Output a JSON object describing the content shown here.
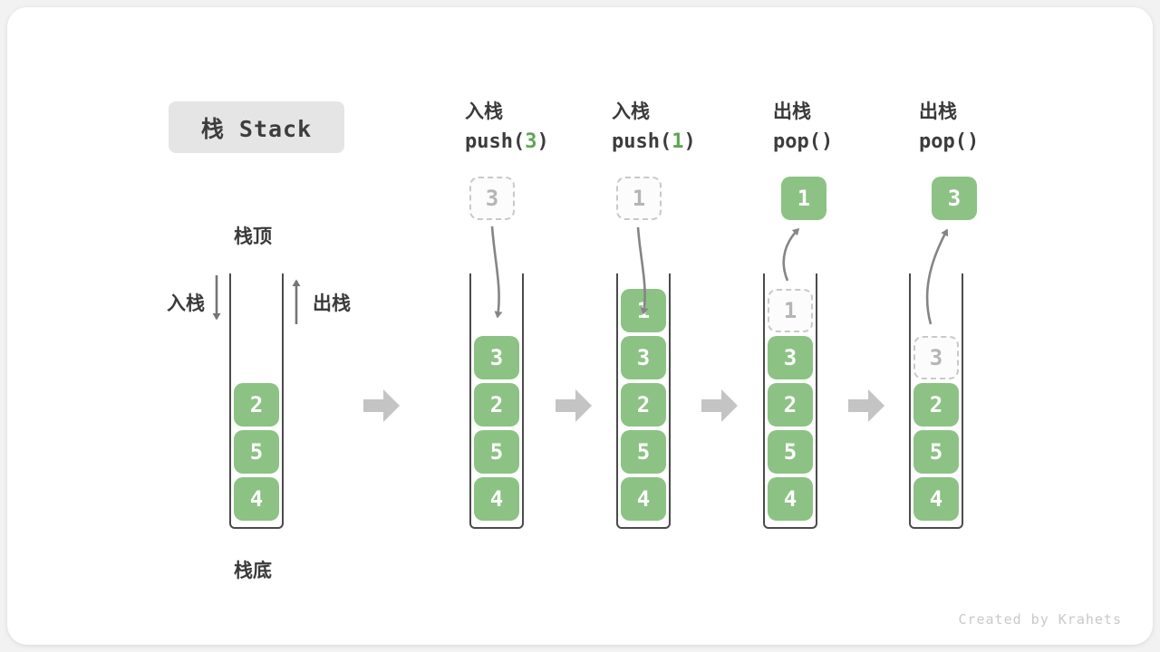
{
  "title": {
    "text": "栈 Stack"
  },
  "legend": {
    "top": "栈顶",
    "bottom": "栈底",
    "push": "入栈",
    "pop": "出栈"
  },
  "columns": [
    {
      "op": "入栈",
      "code_prefix": "push(",
      "code_arg": "3",
      "code_suffix": ")",
      "floating_value": "3",
      "floating_style": "dashed"
    },
    {
      "op": "入栈",
      "code_prefix": "push(",
      "code_arg": "1",
      "code_suffix": ")",
      "floating_value": "1",
      "floating_style": "dashed"
    },
    {
      "op": "出栈",
      "code_prefix": "pop(",
      "code_arg": "",
      "code_suffix": ")",
      "floating_value": "1",
      "floating_style": "solid"
    },
    {
      "op": "出栈",
      "code_prefix": "pop(",
      "code_arg": "",
      "code_suffix": ")",
      "floating_value": "3",
      "floating_style": "solid"
    }
  ],
  "stacks": [
    {
      "items": [
        {
          "value": "2"
        },
        {
          "value": "5"
        },
        {
          "value": "4"
        }
      ]
    },
    {
      "items": [
        {
          "value": "3"
        },
        {
          "value": "2"
        },
        {
          "value": "5"
        },
        {
          "value": "4"
        }
      ]
    },
    {
      "items": [
        {
          "value": "1"
        },
        {
          "value": "3"
        },
        {
          "value": "2"
        },
        {
          "value": "5"
        },
        {
          "value": "4"
        }
      ]
    },
    {
      "items": [
        {
          "value": "1"
        },
        {
          "value": "3"
        },
        {
          "value": "2"
        },
        {
          "value": "5"
        },
        {
          "value": "4"
        }
      ]
    },
    {
      "items": [
        {
          "value": "3"
        },
        {
          "value": "2"
        },
        {
          "value": "5"
        },
        {
          "value": "4"
        }
      ]
    }
  ],
  "colors": {
    "cell_green": "#8cc284",
    "arg_green": "#5fa554",
    "container_border": "#4b4b4b",
    "flow_arrow": "#c4c4c4",
    "motion_arrow": "#858585",
    "dashed_border": "#c9c9c9",
    "title_bg": "#e5e5e5",
    "text_dark": "#3a3a3a",
    "credit_gray": "#c9c9c9"
  },
  "credit": "Created by Krahets"
}
